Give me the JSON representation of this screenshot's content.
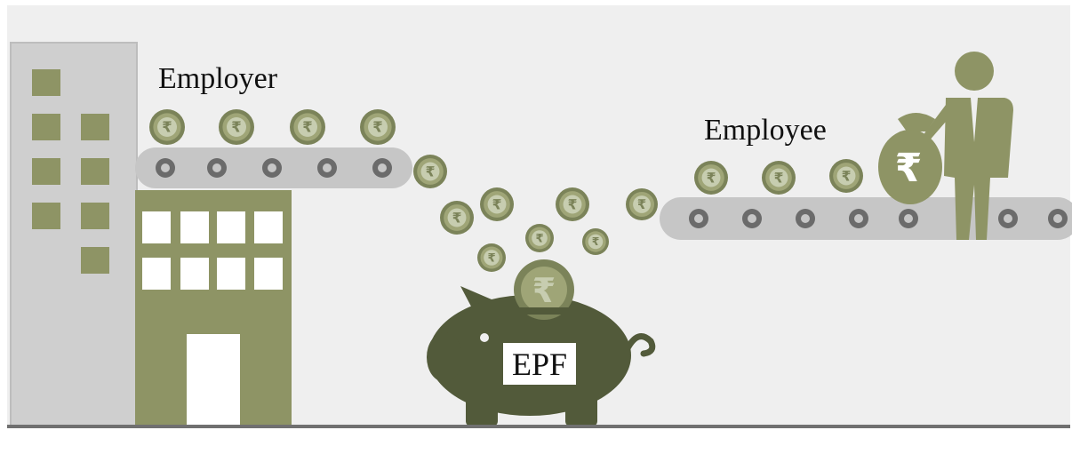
{
  "labels": {
    "employer": "Employer",
    "employee": "Employee",
    "epf": "EPF"
  },
  "currency_symbol": "₹",
  "colors": {
    "background": "#efefef",
    "border": "#ffffff",
    "building_gray": "#cfcfcf",
    "building_gray_edge": "#bdbdbd",
    "olive": "#8e9465",
    "olive_light": "#9fa577",
    "coin_dark": "#7b8359",
    "coin_light": "#c7cdb0",
    "pig": "#525a3a",
    "belt": "#c6c6c6",
    "roller": "#6b6b6b",
    "floor": "#707070",
    "window": "#ffffff"
  },
  "icons": {
    "building": "office-building-icon",
    "coin": "rupee-coin-icon",
    "piggy_bank": "piggy-bank-icon",
    "person": "employee-person-icon",
    "money_bag": "rupee-money-bag-icon"
  }
}
